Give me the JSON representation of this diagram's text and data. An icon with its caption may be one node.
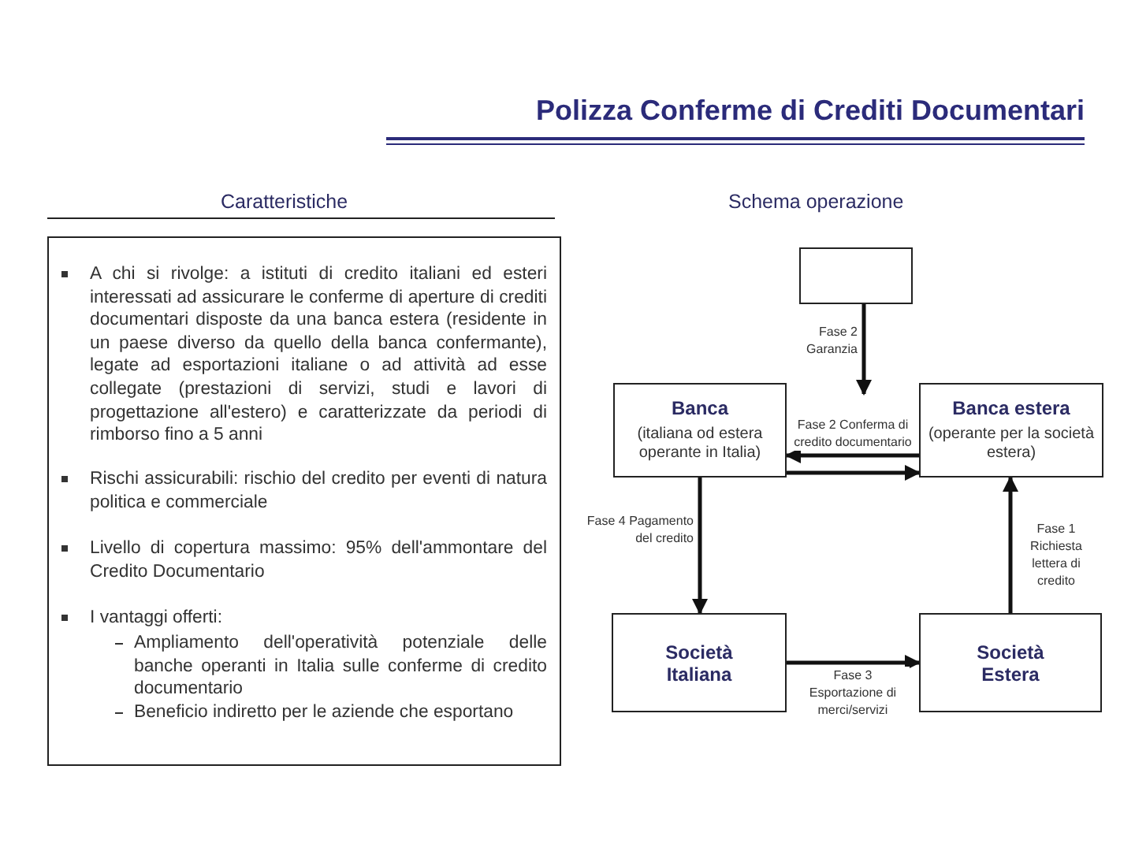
{
  "diagram": {
    "title": "Polizza Conferme di Crediti Documentari",
    "nodes": [
      {
        "text": [
          "A chi si rivolge: a istituti di credito italiani ed esteri interessati ad assicurare le conferme di aperture di crediti documentari disposte da una banca estera (residente in un paese diverso da quello della banca confermante), legate ad esportazioni italiane o ad attività ad esse collegate (prestazioni di servizi, studi e lavori di progettazione all'estero) e caratterizzate da periodi di rimborso fino a 5 anni",
          "Rischi assicurabili: rischio del credito per eventi di natura politica e commerciale",
          "Livello di copertura massimo: 95% dell'ammontare del Credito Documentario",
          "I vantaggi offerti:",
          "Ampliamento dell'operatività potenziale delle banche operanti in Italia sulle conferme di credito documentario",
          "Beneficio indiretto per le aziende che esportano"
        ]
      },
      {
        "text": [],
        "shape": "box"
      },
      {
        "text": [
          "Banca",
          "(italiana od estera operante in Italia)"
        ]
      },
      {
        "text": [
          "Banca estera",
          "(operante per la società estera)"
        ]
      },
      {
        "text": [
          "Società Italiana"
        ]
      },
      {
        "text": [
          "Società Estera"
        ]
      }
    ],
    "edges": [
      {
        "from": 1,
        "to": null,
        "arrow": "to",
        "label": "Fase 2 Garanzia"
      },
      {
        "from": 3,
        "to": 2,
        "arrow": "to",
        "label": "Fase 2 Conferma di credito documentario"
      },
      {
        "from": 2,
        "to": 3,
        "arrow": "to"
      },
      {
        "from": 2,
        "to": 4,
        "arrow": "to",
        "label": "Fase 4 Pagamento del credito"
      },
      {
        "from": 4,
        "to": 5,
        "arrow": "to",
        "label": "Fase 3 Esportazione di merci/servizi"
      },
      {
        "from": 5,
        "to": 3,
        "arrow": "to",
        "label": "Fase 1 Richiesta lettera di credito"
      }
    ],
    "labels": [
      "Caratteristiche",
      "Schema operazione"
    ]
  }
}
